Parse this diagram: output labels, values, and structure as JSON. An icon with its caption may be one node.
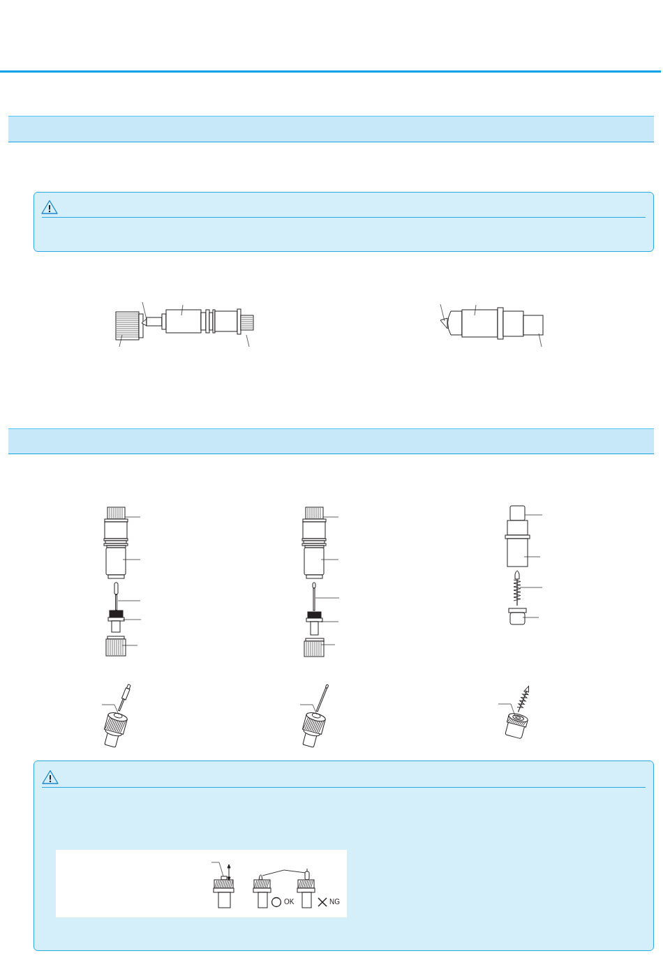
{
  "diagram": {
    "nodes": [
      {
        "text": [],
        "shape": "bar"
      },
      {
        "text": [],
        "shape": "bar"
      }
    ],
    "labels": [
      "OK",
      "NG"
    ]
  }
}
